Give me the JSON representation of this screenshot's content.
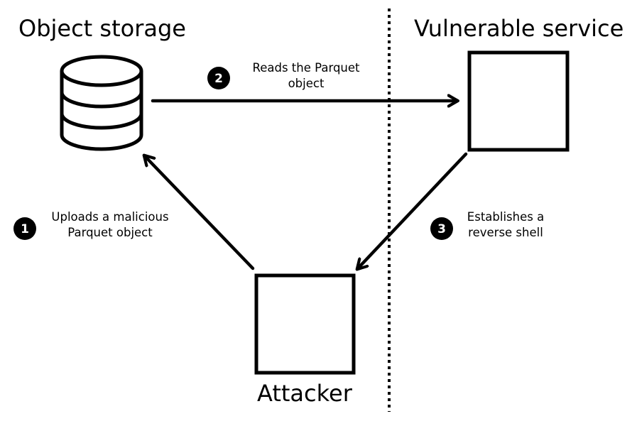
{
  "nodes": {
    "object_storage": {
      "title": "Object storage"
    },
    "vulnerable_service": {
      "title": "Vulnerable service"
    },
    "attacker": {
      "title": "Attacker"
    }
  },
  "steps": [
    {
      "number": "1",
      "lines": [
        "Uploads a malicious",
        "Parquet object"
      ]
    },
    {
      "number": "2",
      "lines": [
        "Reads the Parquet",
        "object"
      ]
    },
    {
      "number": "3",
      "lines": [
        "Establishes a",
        "reverse shell"
      ]
    }
  ],
  "colors": {
    "ink": "#000000",
    "background": "#ffffff",
    "badge_text": "#ffffff"
  },
  "icons": {
    "object_storage": "database-icon",
    "vulnerable_service": "service-box-icon",
    "attacker": "attacker-box-icon"
  }
}
